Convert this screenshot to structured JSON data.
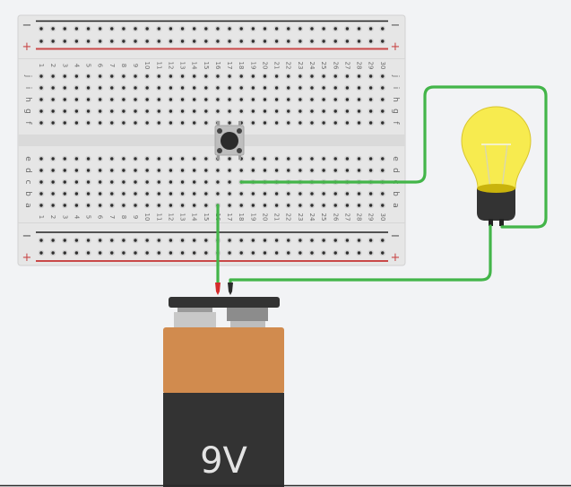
{
  "colors": {
    "canvas_background": "#f2f3f5",
    "breadboard": "#e6e6e6",
    "breadboard_channel": "#dadada",
    "wire": "#43b549",
    "rail_negative": "#222222",
    "rail_positive": "#c94848",
    "bulb_glass": "#f7eb4f",
    "bulb_base": "#333333",
    "battery_wrapper": "#d18b4e",
    "battery_body": "#333333",
    "clip_positive": "#d42b2b",
    "clip_negative": "#2b2b2b"
  },
  "breadboard": {
    "column_labels": [
      "1",
      "2",
      "3",
      "4",
      "5",
      "6",
      "7",
      "8",
      "9",
      "10",
      "11",
      "12",
      "13",
      "14",
      "15",
      "16",
      "17",
      "18",
      "19",
      "20",
      "21",
      "22",
      "23",
      "24",
      "25",
      "26",
      "27",
      "28",
      "29",
      "30"
    ],
    "top_row_labels": [
      "j",
      "i",
      "h",
      "g",
      "f"
    ],
    "bottom_row_labels": [
      "e",
      "d",
      "c",
      "b",
      "a"
    ],
    "rail_minus_symbol": "−",
    "rail_plus_symbol": "+"
  },
  "components": {
    "pushbutton": {
      "type": "pushbutton"
    },
    "lightbulb": {
      "type": "light bulb",
      "state": "lit"
    },
    "battery": {
      "label": "9V"
    }
  }
}
